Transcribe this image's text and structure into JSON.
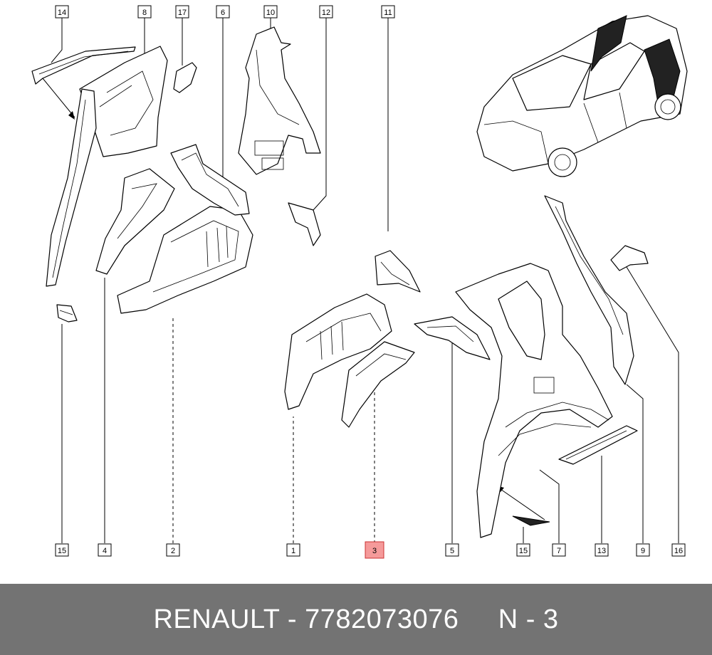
{
  "callouts_top": [
    {
      "id": "c14-top",
      "label": "14"
    },
    {
      "id": "c8",
      "label": "8"
    },
    {
      "id": "c17",
      "label": "17"
    },
    {
      "id": "c6",
      "label": "6"
    },
    {
      "id": "c10",
      "label": "10"
    },
    {
      "id": "c12",
      "label": "12"
    },
    {
      "id": "c11",
      "label": "11"
    }
  ],
  "callouts_bottom": [
    {
      "id": "c15-left",
      "label": "15"
    },
    {
      "id": "c4",
      "label": "4"
    },
    {
      "id": "c2",
      "label": "2"
    },
    {
      "id": "c1",
      "label": "1"
    },
    {
      "id": "c3",
      "label": "3",
      "highlighted": true
    },
    {
      "id": "c5",
      "label": "5"
    },
    {
      "id": "c15-right",
      "label": "15"
    },
    {
      "id": "c7",
      "label": "7"
    },
    {
      "id": "c13",
      "label": "13"
    },
    {
      "id": "c9",
      "label": "9"
    },
    {
      "id": "c16",
      "label": "16"
    }
  ],
  "highlight_color": "#f59a9a",
  "footer": {
    "brand": "RENAULT",
    "separator": "-",
    "part_number": "7782073076",
    "position": "N - 3",
    "text": "RENAULT - 7782073076     N - 3"
  },
  "colors": {
    "footer_bg": "#737373",
    "footer_text": "#ffffff"
  }
}
